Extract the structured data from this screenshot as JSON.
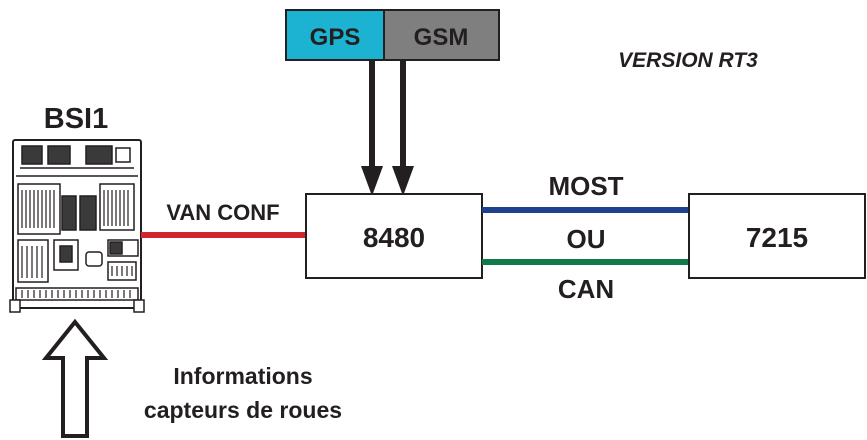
{
  "title": "VERSION RT3",
  "bsi": {
    "label": "BSI1"
  },
  "gps": {
    "label": "GPS",
    "color": "#1bb3d1"
  },
  "gsm": {
    "label": "GSM",
    "color": "#7f7f7f"
  },
  "unit_8480": {
    "label": "8480"
  },
  "unit_7215": {
    "label": "7215"
  },
  "links": {
    "van_conf": {
      "label": "VAN CONF",
      "color": "#d0262e"
    },
    "most": {
      "label": "MOST",
      "color": "#1f3f8f"
    },
    "separator": {
      "label": "OU"
    },
    "can": {
      "label": "CAN",
      "color": "#127a4a"
    }
  },
  "input_note": {
    "line1": "Informations",
    "line2": "capteurs de roues"
  }
}
